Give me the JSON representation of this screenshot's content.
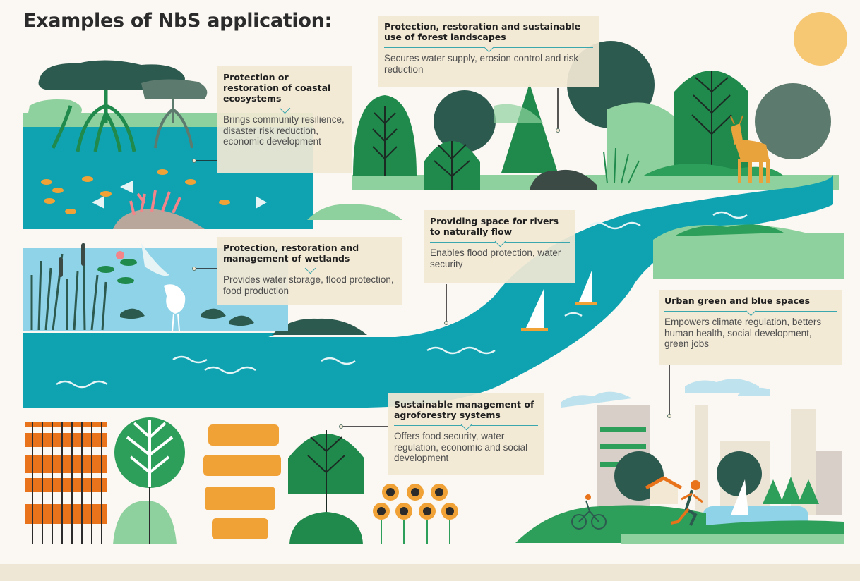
{
  "title": "Examples of NbS application:",
  "colors": {
    "river": "#0fa3b1",
    "water_light": "#8fd3e8",
    "green_dark": "#1f8a4c",
    "green_mid": "#2e9e5b",
    "green_light": "#8fd19e",
    "teal_dark": "#2d5a4f",
    "gray_green": "#5d7a6e",
    "orange": "#e8731a",
    "sun": "#f7c873",
    "card_bg": "#f2e8d4"
  },
  "cards": {
    "coastal": {
      "title": "Protection or restoration of coastal ecosystems",
      "text": "Brings community resilience, disaster risk reduction, economic development"
    },
    "forest": {
      "title": "Protection, restoration and sustainable use of forest landscapes",
      "text": "Secures water supply, erosion control and risk reduction"
    },
    "wetlands": {
      "title": "Protection, restoration and management of wetlands",
      "text": "Provides water storage, flood protection, food production"
    },
    "rivers": {
      "title": "Providing space for rivers to naturally flow",
      "text": "Enables flood protection, water security"
    },
    "urban": {
      "title": "Urban green and blue spaces",
      "text": "Empowers climate regulation, betters human health, social development, green jobs"
    },
    "agroforestry": {
      "title": "Sustainable management of agroforestry systems",
      "text": "Offers food security, water regulation, economic and social development"
    }
  }
}
